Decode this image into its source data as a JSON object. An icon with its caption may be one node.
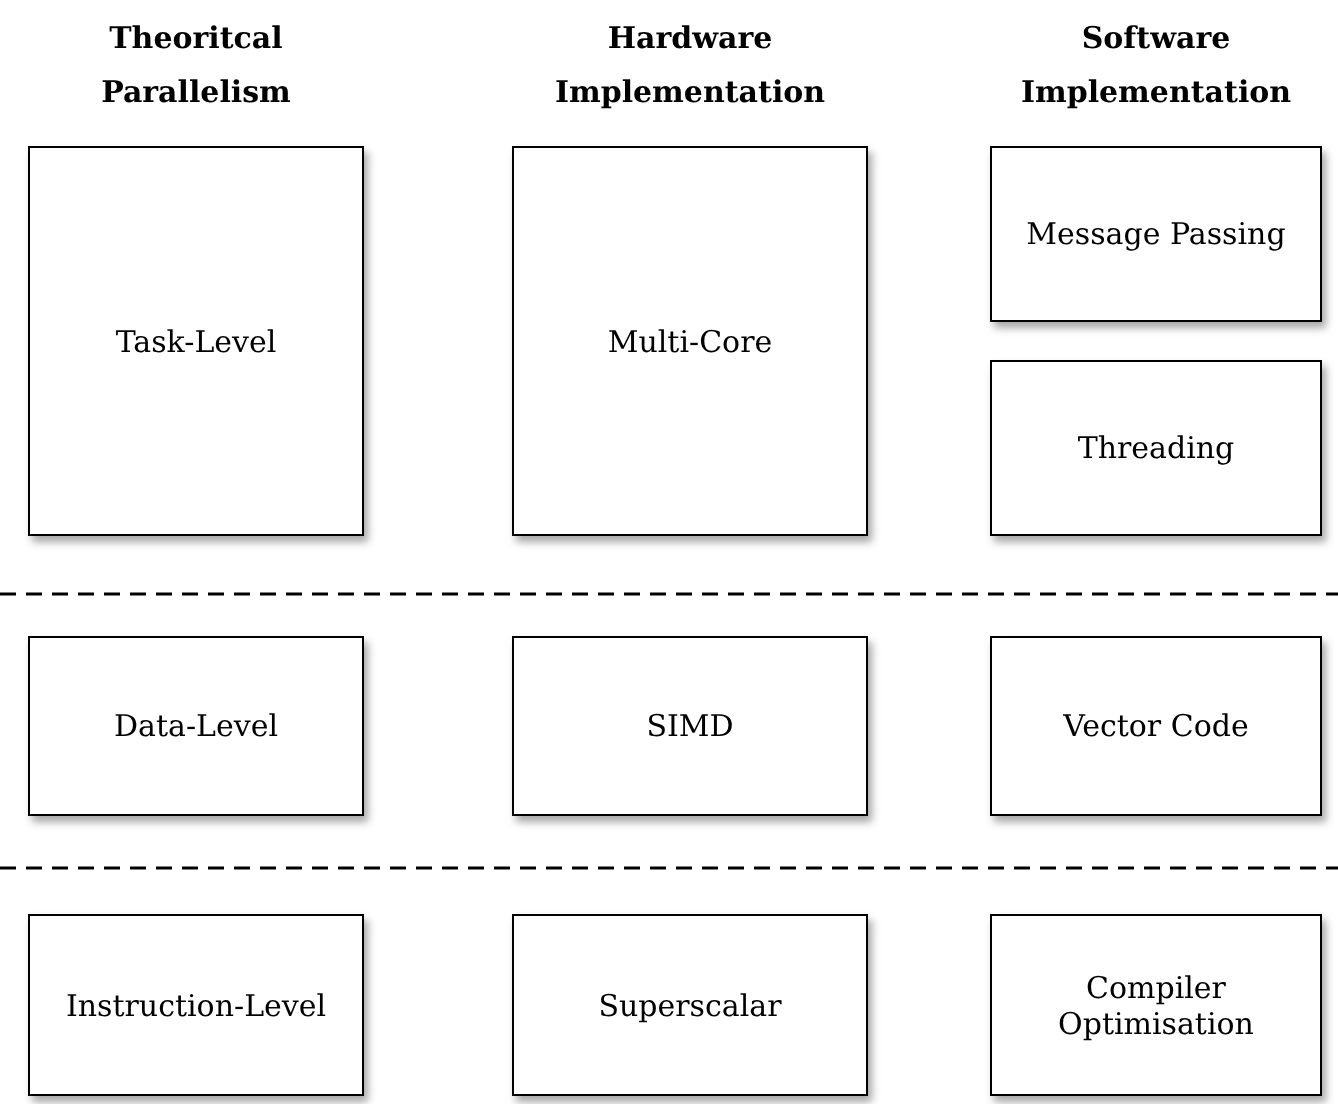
{
  "diagram": {
    "nodes": [
      {
        "text": [
          "Task-Level"
        ]
      },
      {
        "text": [
          "Multi-Core"
        ]
      },
      {
        "text": [
          "Message Passing"
        ]
      },
      {
        "text": [
          "Threading"
        ]
      },
      {
        "text": [
          "Data-Level"
        ]
      },
      {
        "text": [
          "SIMD"
        ]
      },
      {
        "text": [
          "Vector Code"
        ]
      },
      {
        "text": [
          "Instruction-Level"
        ]
      },
      {
        "text": [
          "Superscalar"
        ]
      },
      {
        "text": [
          "Compiler Optimisation"
        ]
      }
    ],
    "edges": [],
    "labels": [
      "Theoritcal Parallelism",
      "Hardware Implementation",
      "Software Implementation"
    ]
  }
}
